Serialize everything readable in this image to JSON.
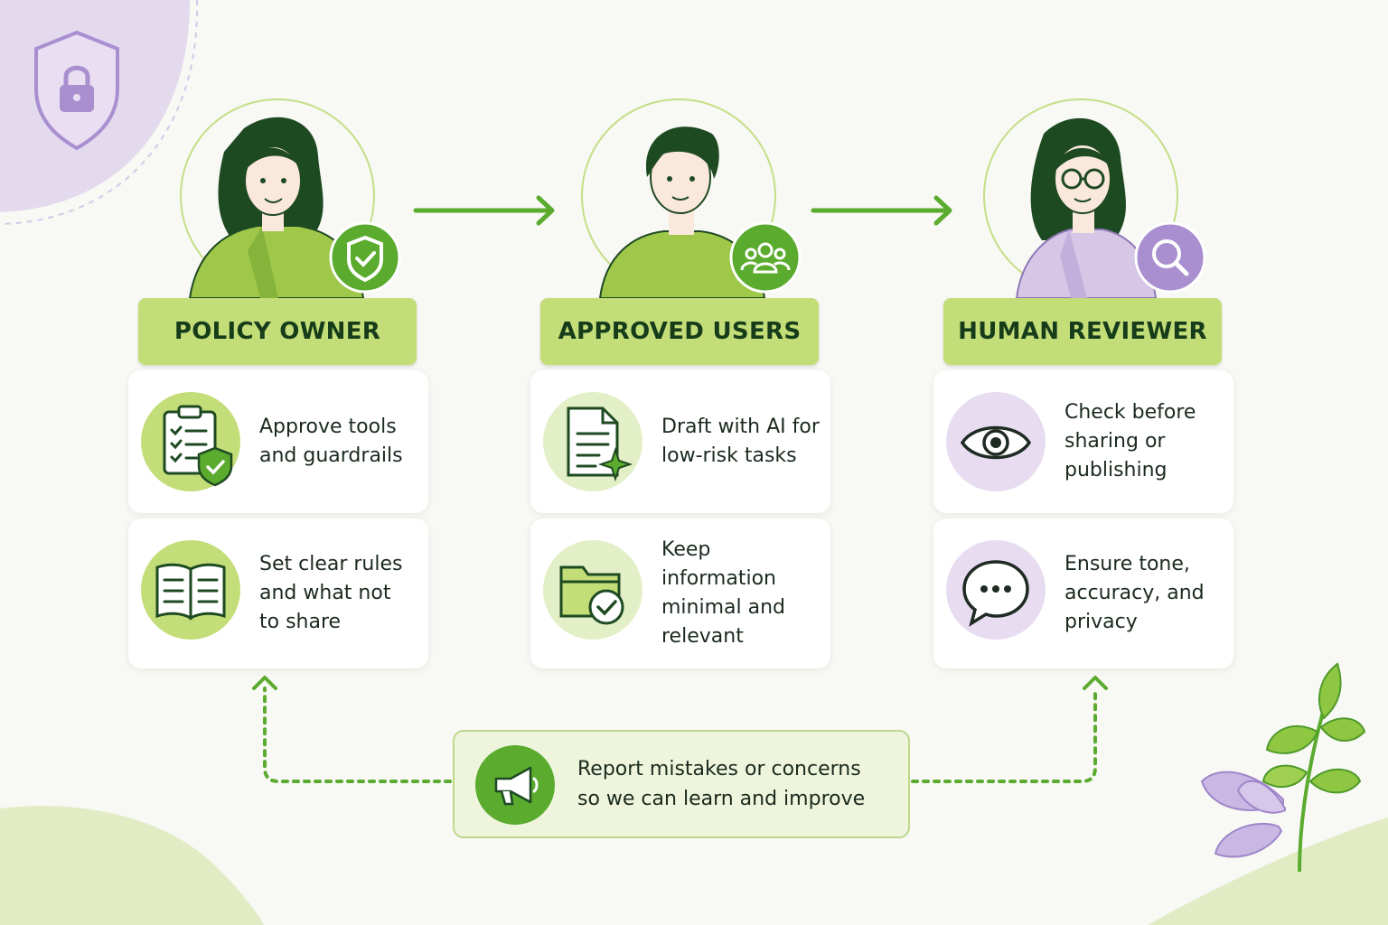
{
  "roles": [
    {
      "label": "POLICY OWNER",
      "badge_icon": "shield-check-icon",
      "cards": [
        {
          "icon": "checklist-shield-icon",
          "text": "Approve tools\nand guardrails"
        },
        {
          "icon": "open-book-icon",
          "text": "Set clear rules\nand what not\nto share"
        }
      ]
    },
    {
      "label": "APPROVED USERS",
      "badge_icon": "users-group-icon",
      "cards": [
        {
          "icon": "document-sparkle-icon",
          "text": "Draft with AI for\nlow-risk tasks"
        },
        {
          "icon": "folder-check-icon",
          "text": "Keep information\nminimal and\nrelevant"
        }
      ]
    },
    {
      "label": "HUMAN REVIEWER",
      "badge_icon": "magnifier-icon",
      "cards": [
        {
          "icon": "eye-icon",
          "text": "Check before\nsharing or\npublishing"
        },
        {
          "icon": "chat-bubble-icon",
          "text": "Ensure tone,\naccuracy, and\nprivacy"
        }
      ]
    }
  ],
  "report": {
    "icon": "megaphone-icon",
    "text": "Report mistakes or concerns\nso we can learn and improve"
  },
  "decor": {
    "corner_icon": "shield-lock-icon",
    "plant": "leaf-sprig-icon"
  },
  "colors": {
    "green": "#5aab2e",
    "light_green": "#c3dd78",
    "purple": "#a98fd0",
    "light_purple": "#e7dcf0",
    "dark": "#1e4a22"
  }
}
